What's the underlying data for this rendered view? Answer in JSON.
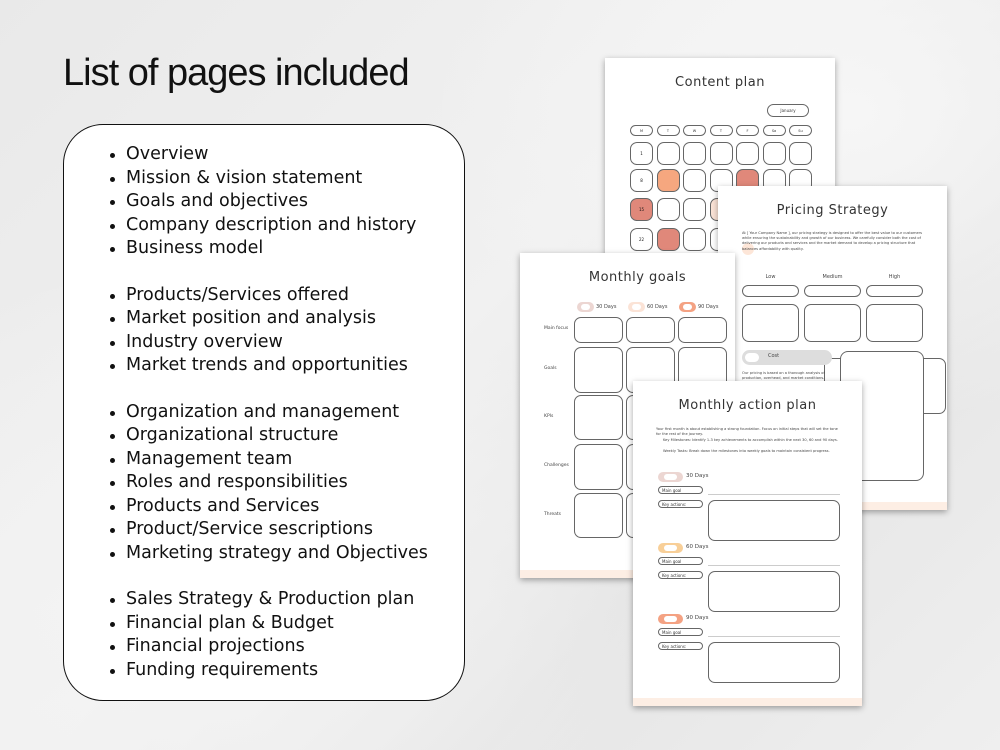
{
  "heading": "List of pages included",
  "groups": [
    [
      "Overview",
      "Mission & vision statement",
      "Goals and objectives",
      "Company description and history",
      "Business model"
    ],
    [
      "Products/Services offered",
      "Market position and analysis",
      "Industry overview",
      "Market trends and opportunities"
    ],
    [
      "Organization and management",
      "Organizational structure",
      "Management team",
      "Roles and responsibilities",
      "Products and Services",
      "Product/Service sescriptions",
      "Marketing strategy and Objectives"
    ],
    [
      "Sales Strategy & Production plan",
      "Financial plan & Budget",
      "Financial projections",
      "Funding requirements"
    ]
  ],
  "content_plan": {
    "title": "Content plan",
    "month": "January",
    "days": [
      "M",
      "T",
      "W",
      "T",
      "F",
      "Sa",
      "Su"
    ],
    "row_starts": [
      "1",
      "8",
      "15",
      "22"
    ]
  },
  "pricing": {
    "title": "Pricing Strategy",
    "text": "At [ Your Company Name ], our pricing strategy is designed to offer the best value to our customers while ensuring the sustainability and growth of our business. We carefully consider both the cost of delivering our products and services and the market demand to develop a pricing structure that balances affordability with quality.",
    "tiers": [
      "Low",
      "Medium",
      "High"
    ],
    "cost_label": "Cost",
    "cost_text": "Our pricing is based on a thorough analysis of production, overhead, and market conditions."
  },
  "goals": {
    "title": "Monthly goals",
    "legend": [
      "30 Days",
      "60 Days",
      "90 Days"
    ],
    "rows": [
      "Main focus",
      "Goals",
      "KPIs",
      "Challenges",
      "Threats"
    ]
  },
  "action": {
    "title": "Monthly action plan",
    "intro": "Your first month is about establishing a strong foundation. Focus on initial steps that will set the tone for the rest of the journey.",
    "bullets": [
      "Key Milestones: Identify 1-3 key achievements to accomplish within the next 30, 60 and 90 days.",
      "Weekly Tasks: Break down the milestones into weekly goals to maintain consistent progress."
    ],
    "sections": [
      "30 Days",
      "60 Days",
      "90 Days"
    ],
    "main_goal": "Main goal",
    "key_actions": "Key actions:"
  },
  "colors": {
    "peach": "#f6a77f",
    "salmon": "#e0887a",
    "light_peach": "#fbe3d6",
    "rose": "#ecd6d2",
    "yellow": "#f8cf98",
    "orange": "#f4a283",
    "stripe": "#fdeee4"
  }
}
